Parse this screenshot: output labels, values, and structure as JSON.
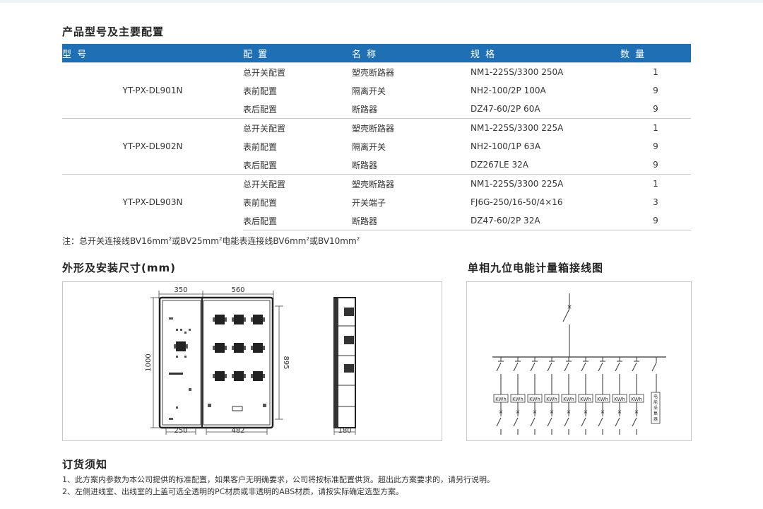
{
  "section1_title": "产品型号及主要配置",
  "table": {
    "headers": [
      "型 号",
      "配 置",
      "名 称",
      "规 格",
      "数 量"
    ],
    "groups": [
      {
        "model": "YT-PX-DL901N",
        "rows": [
          {
            "config": "总开关配置",
            "name": "塑壳断路器",
            "spec": "NM1-225S/3300  250A",
            "qty": "1"
          },
          {
            "config": "表前配置",
            "name": "隔离开关",
            "spec": "NH2-100/2P  100A",
            "qty": "9"
          },
          {
            "config": "表后配置",
            "name": "断路器",
            "spec": "DZ47-60/2P  60A",
            "qty": "9"
          }
        ]
      },
      {
        "model": "YT-PX-DL902N",
        "rows": [
          {
            "config": "总开关配置",
            "name": "塑壳断路器",
            "spec": "NM1-225S/3300  225A",
            "qty": "1"
          },
          {
            "config": "表前配置",
            "name": "隔离开关",
            "spec": "NH2-100/1P  63A",
            "qty": "9"
          },
          {
            "config": "表后配置",
            "name": "断路器",
            "spec": "DZ267LE  32A",
            "qty": "9"
          }
        ]
      },
      {
        "model": "YT-PX-DL903N",
        "rows": [
          {
            "config": "总开关配置",
            "name": "塑壳断路器",
            "spec": "NM1-225S/3300  225A",
            "qty": "1"
          },
          {
            "config": "表前配置",
            "name": "开关端子",
            "spec": "FJ6G-250/16-50/4×16",
            "qty": "3"
          },
          {
            "config": "表后配置",
            "name": "断路器",
            "spec": "DZ47-60/2P  32A",
            "qty": "9"
          }
        ]
      }
    ]
  },
  "note": {
    "prefix": "注：总开关连接线BV16mm",
    "sup": "2",
    "mid1": "或BV25mm",
    "mid2": "电能表连接线BV6mm",
    "mid3": "或BV10mm"
  },
  "section2_title": "外形及安装尺寸(mm)",
  "dimensions": {
    "top_left": "350",
    "top_right": "560",
    "height": "1000",
    "inner_height": "895",
    "bottom_left": "250",
    "bottom_right": "482",
    "depth": "180"
  },
  "section3_title": "单相九位电能计量箱接线图",
  "wiring": {
    "meter_label": "KWh",
    "meter_count": 9,
    "collector_label": "电能采集器"
  },
  "section4_title": "订货须知",
  "order_notes": [
    "1、此方案内参数为本公司提供的标准配置，如果客户无明确要求，公司将按标准配置供货。超出此方案要求的，请另行说明。",
    "2、左侧进线室、出线室的上盖可选全透明的PC材质或非透明的ABS材质，请按实际确定选型方案。"
  ]
}
